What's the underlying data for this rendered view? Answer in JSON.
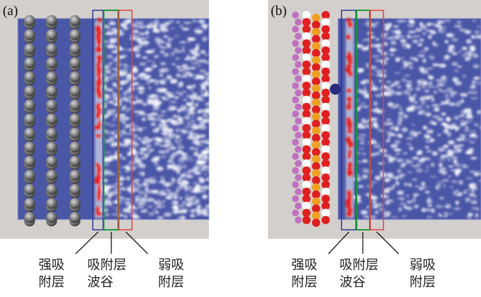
{
  "panels": [
    {
      "tag": "(a)",
      "labels": [
        {
          "line1": "强吸",
          "line2": "附层"
        },
        {
          "line1": "吸附层",
          "line2": "波谷"
        },
        {
          "line1": "弱吸",
          "line2": "附层"
        }
      ]
    },
    {
      "tag": "(b)",
      "labels": [
        {
          "line1": "强吸",
          "line2": "附层"
        },
        {
          "line1": "吸附层",
          "line2": "波谷"
        },
        {
          "line1": "弱吸",
          "line2": "附层"
        }
      ]
    }
  ],
  "colors": {
    "background": "#d3cfcc",
    "water": "#4a56a6",
    "strong_box": "#2a3590",
    "trough_box": "#1a9a3a",
    "weak_box": "#e84040",
    "density_high": "#e82020"
  }
}
